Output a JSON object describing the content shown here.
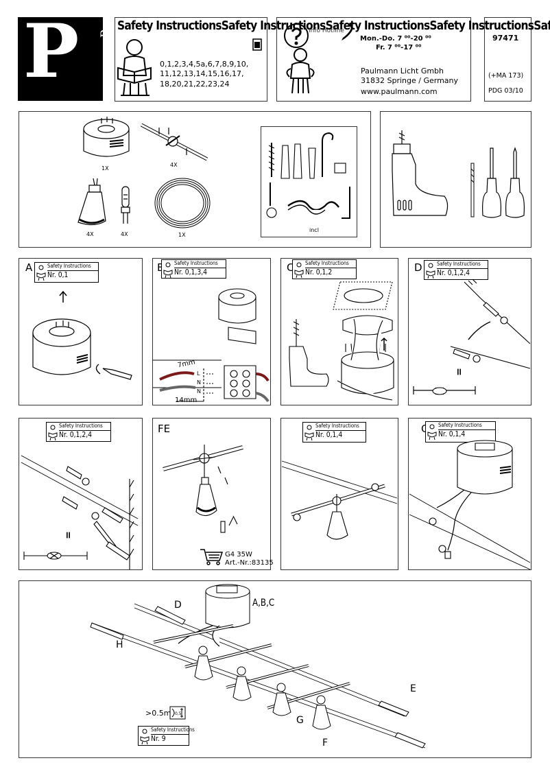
{
  "brand": {
    "logo_letter": "P",
    "name": "Paulmann"
  },
  "header": {
    "title_repeat": "Safety InstructionsSafety InstructionsSafety InstructionsSafety InstructionsSafety",
    "instruction_numbers": [
      "0,1,2,3,4,5a,6,7,8,9,10,",
      "11,12,13,14,15,16,17,",
      "18,20,21,22,23,24"
    ],
    "hotline_label": "Info Hotline",
    "hours_weekdays": "Mon.-Do. 7 ⁰⁰-20 ⁰⁰",
    "hours_friday": "Fr. 7 ⁰⁰-17 ⁰⁰",
    "company": "Paulmann Licht Gmbh",
    "address": "31832 Springe / Germany",
    "website": "www.paulmann.com",
    "article_number": "97471",
    "ma_code": "(+MA 173)",
    "pdg_code": "PDG 03/10"
  },
  "parts": {
    "q_transformer": "1X",
    "q_spreader": "4X",
    "q_lamp": "4X",
    "q_bulb": "4X",
    "q_cable": "1X",
    "incl_label": "incl"
  },
  "steps": {
    "A": {
      "letter": "A",
      "tag_label": "Safety Instructions",
      "tag_nr": "Nr. 0,1"
    },
    "B": {
      "letter": "B",
      "tag_label": "Safety Instructions",
      "tag_nr": "Nr. 0,1,3,4",
      "strip_7mm": "7mm",
      "strip_14mm": "14mm",
      "term_l": "L",
      "term_n1": "N",
      "term_n2": "N"
    },
    "C": {
      "letter": "C",
      "tag_label": "Safety Instructions",
      "tag_nr": "Nr. 0,1,2"
    },
    "D": {
      "letter": "D",
      "tag_label": "Safety Instructions",
      "tag_nr": "Nr. 0,1,2,4",
      "equals": "="
    },
    "E": {
      "letter": "",
      "tag_label": "Safety Instructions",
      "tag_nr": "Nr. 0,1,2,4",
      "equals": "="
    },
    "F": {
      "letter": "FE",
      "bulb_spec": "G4 35W",
      "art_nr": "Art.-Nr.:83135"
    },
    "G": {
      "letter": "",
      "tag_label": "Safety Instructions",
      "tag_nr": "Nr. 0,1,4"
    },
    "H": {
      "letter": "G",
      "tag_label": "Safety Instructions",
      "tag_nr": "Nr. 0,1,4"
    }
  },
  "overview": {
    "callout_transformer": "A,B,C",
    "callout_d": "D",
    "callout_h": "H",
    "callout_e": "E",
    "callout_g": "G",
    "callout_f": "F",
    "distance_label": ">0.5m=",
    "tag_label": "Safety Instructions",
    "tag_nr": "Nr. 9"
  }
}
